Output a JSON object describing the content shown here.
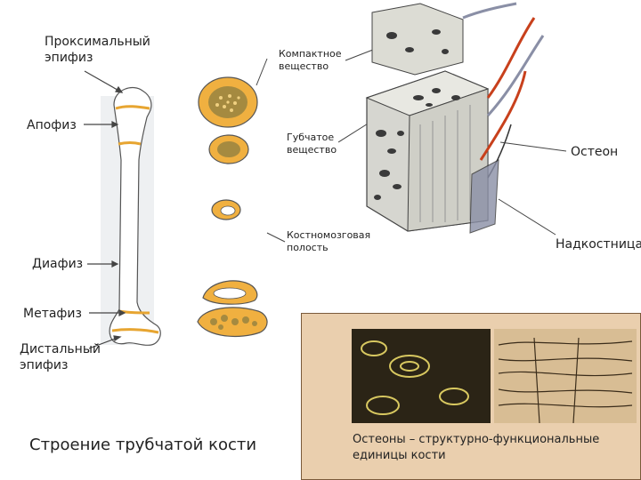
{
  "bone_labels": {
    "proximal_epiphysis": "Проксимальный\nэпифиз",
    "apophysis": "Апофиз",
    "diaphysis": "Диафиз",
    "metaphysis": "Метафиз",
    "distal_epiphysis": "Дистальный\nэпифиз"
  },
  "section_labels": {
    "compact_substance": "Компактное\nвещество",
    "spongy_substance": "Губчатое\nвещество",
    "marrow_cavity": "Костномозговая\nполость"
  },
  "structure_labels": {
    "osteon": "Остеон",
    "periosteum": "Надкостница"
  },
  "title": "Строение трубчатой кости",
  "caption": "Остеоны – структурно-функциональные единицы кости",
  "colors": {
    "bone_fill": "#ffffff",
    "epiphyseal_band": "#e7a531",
    "section_orange": "#f0b040",
    "photo_panel_bg": "#eacfae",
    "vessel_red": "#c8401c",
    "vessel_gray": "#8a8fa6"
  }
}
